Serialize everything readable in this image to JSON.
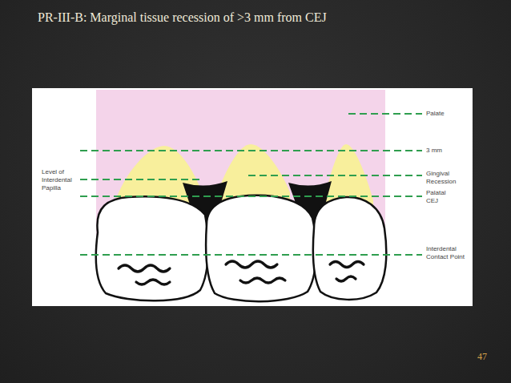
{
  "diagram": {
    "title": "PR-III-B: Marginal tissue recession of >3 mm from CEJ",
    "labels": [
      "Palate",
      "3 mm",
      "Gingival Recession",
      "Palatal CEJ",
      "Interdental Contact Point",
      "Level of Interdental Papilla",
      "47"
    ]
  }
}
